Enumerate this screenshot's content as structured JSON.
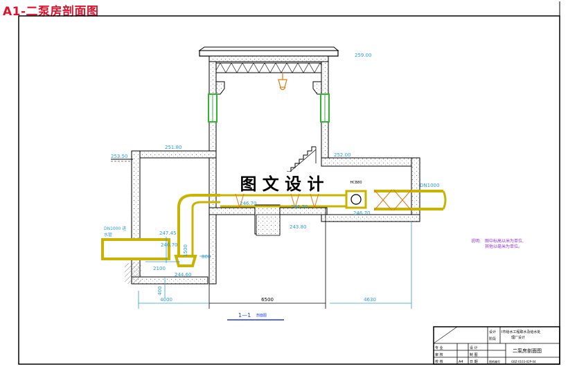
{
  "sheet_title": "A1-二泵房剖面图",
  "watermark": "图 文 设 计",
  "elevations": {
    "roof": "259.00",
    "ground_left": "253.50",
    "water_left": "251.80",
    "ground_right": "252.00",
    "pipe_left_top": "247.45",
    "pipe_left_mid": "246.70",
    "bottom_left": "244.60",
    "pipe_center_left": "246.70",
    "pipe_center_right": "246.70",
    "pit_bottom": "243.80",
    "pipe_right": "246.70"
  },
  "pipe_labels": {
    "left_inlet": "DN1000 进",
    "left_inlet_sub": "水管",
    "right_outlet": "DN1000"
  },
  "valve_tag": "HCB80",
  "dimensions": {
    "left_well": "4000",
    "pump_room": "6500",
    "right_well": "4630",
    "pipe_run": "2100",
    "vertical_1": "1500",
    "vertical_2": "800",
    "vertical_3": "400"
  },
  "section_label": "1—1",
  "section_sub": "剖面图",
  "notes": {
    "label": "说明:",
    "line1": "图中标高以米为单位,",
    "line2": "其他以毫米为单位。"
  },
  "title_block": {
    "design_label": "设计",
    "stage_label": "阶段",
    "project": "I市给水工程取水及给水处",
    "project_line2": "理厂设计",
    "drawing_name": "二泵房剖面图",
    "major_label": "专 业",
    "check_label": "审 核",
    "review_label": "校 核",
    "design_by_label": "设 计",
    "draw_label": "制 图",
    "date_label": "日 期",
    "drawing_no": "GBZ-0103-02P-04",
    "sheet_size": "A4",
    "status": "图纸编号"
  },
  "colors": {
    "title_red": "#e0112b",
    "pipe_yellow": "#c8b400",
    "window_green": "#2fb52f",
    "dim_cyan": "#2a9de0",
    "note_magenta": "#9a2fd9",
    "orange": "#e07a10",
    "section_blue": "#1a3de0"
  }
}
